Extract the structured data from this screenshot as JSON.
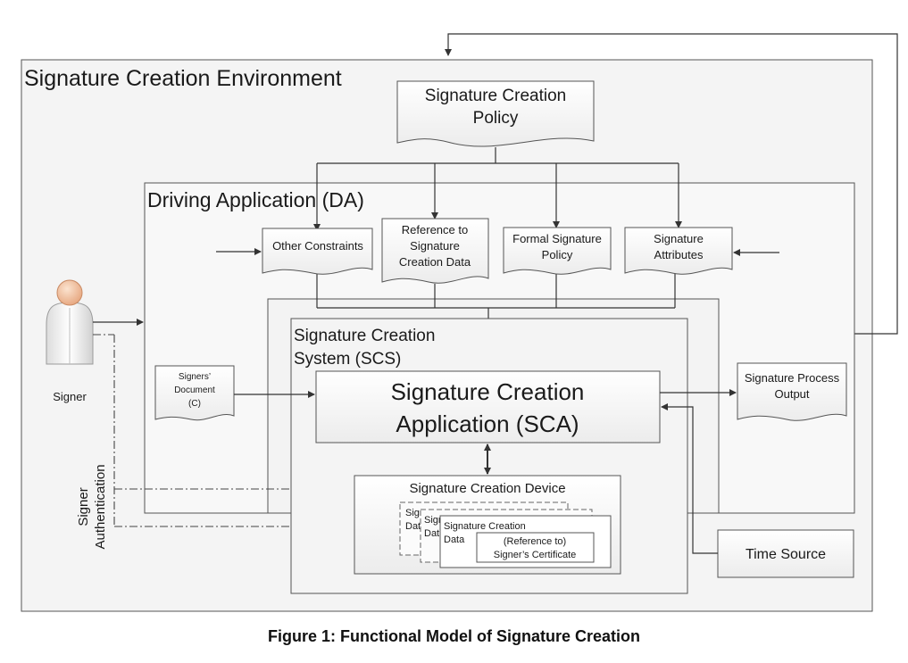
{
  "diagram": {
    "environment_title": "Signature Creation Environment",
    "policy": {
      "line1": "Signature Creation",
      "line2": "Policy"
    },
    "da_title": "Driving Application (DA)",
    "other_constraints": "Other Constraints",
    "reference_sig_data": {
      "line1": "Reference to",
      "line2": "Signature",
      "line3": "Creation Data"
    },
    "formal_policy": {
      "line1": "Formal Signature",
      "line2": "Policy"
    },
    "sig_attributes": {
      "line1": "Signature",
      "line2": "Attributes"
    },
    "signer": "Signer",
    "signer_auth": {
      "line1": "Signer",
      "line2": "Authentication"
    },
    "scs_title": {
      "line1": "Signature Creation",
      "line2": "System (SCS)"
    },
    "signers_doc": {
      "line1": "Signers’",
      "line2": "Document",
      "line3": "(C)"
    },
    "sca": {
      "line1": "Signature Creation",
      "line2": "Application (SCA)"
    },
    "process_output": {
      "line1": "Signature Process",
      "line2": "Output"
    },
    "scd_title": "Signature Creation Device",
    "scd_back1": {
      "line1": "Sign",
      "line2": "Data"
    },
    "scd_back2": {
      "line1": "Sign",
      "line2": "Data"
    },
    "scd_front": {
      "line1": "Signature Creation",
      "line2": "Data"
    },
    "certificate": {
      "line1": "(Reference to)",
      "line2": "Signer’s Certificate"
    },
    "time_source": "Time Source"
  },
  "caption": "Figure 1: Functional Model of Signature Creation"
}
